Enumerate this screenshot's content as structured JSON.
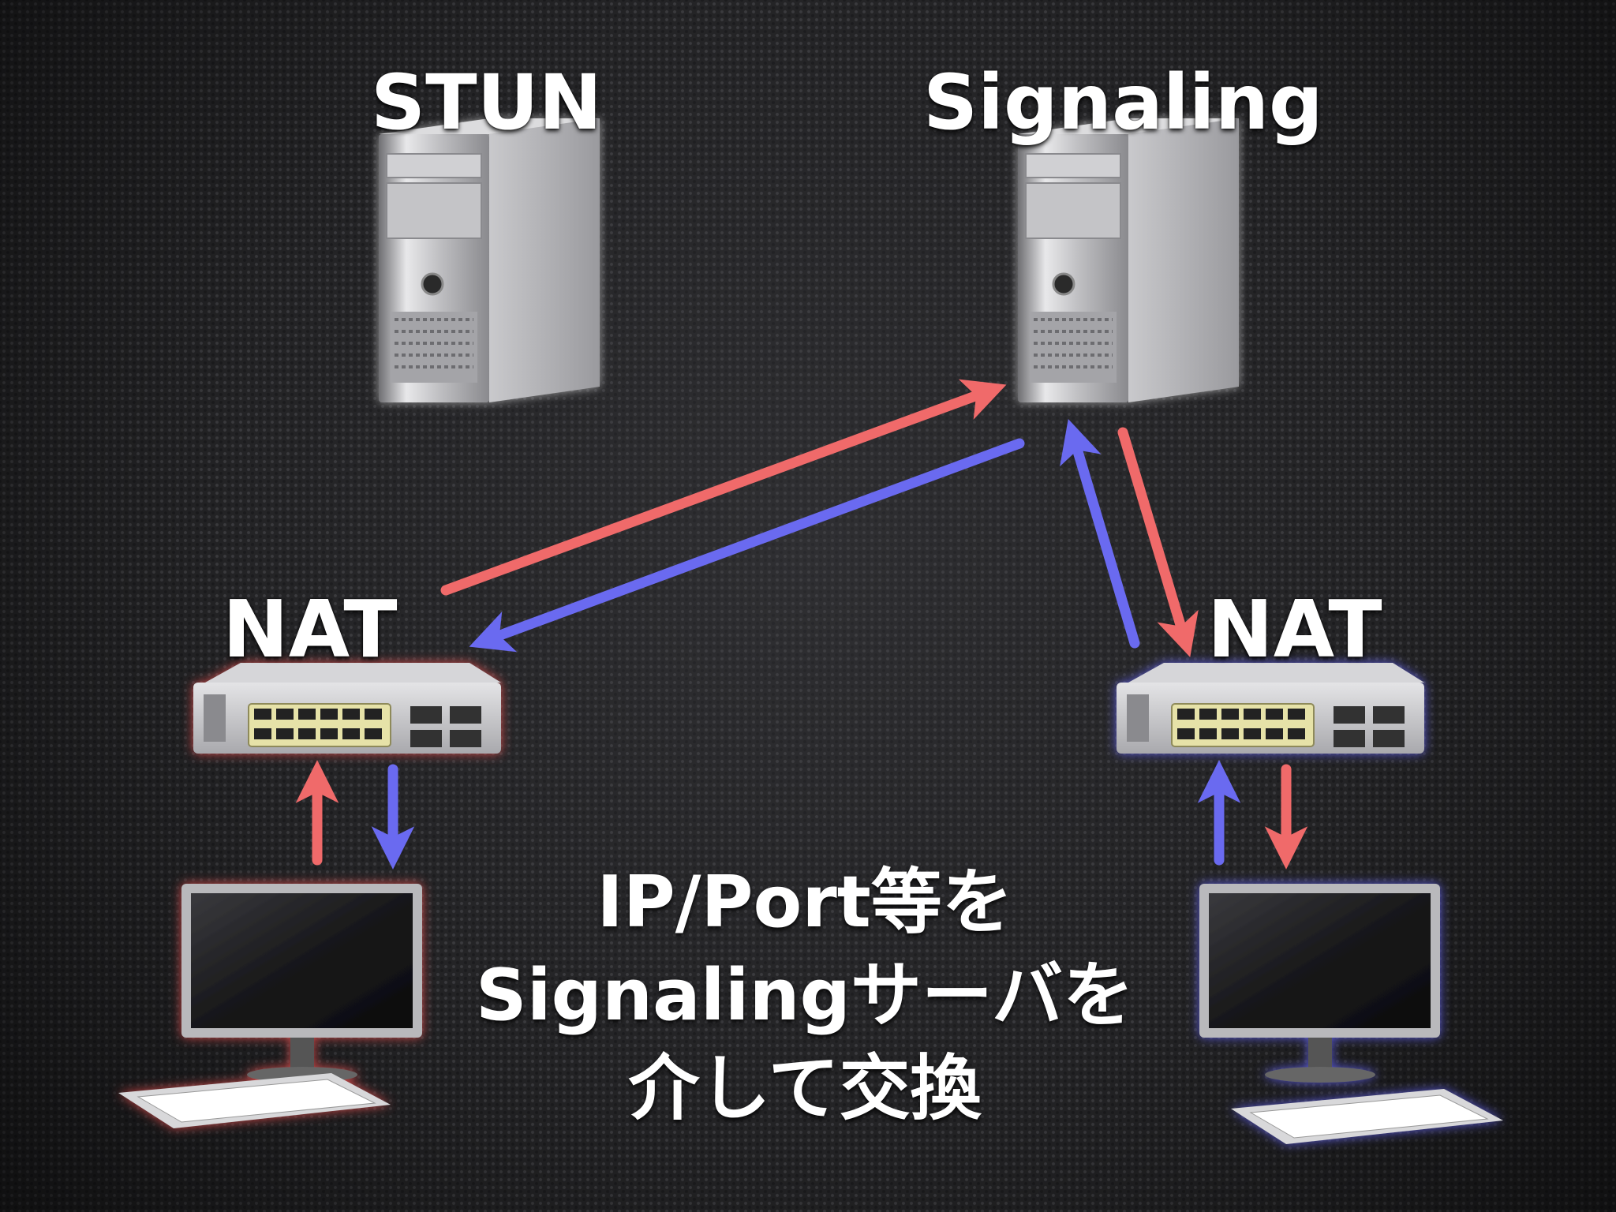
{
  "labels": {
    "stun": "STUN",
    "signaling": "Signaling",
    "nat_left": "NAT",
    "nat_right": "NAT"
  },
  "caption": {
    "line1": "IP/Port等を",
    "line2": "Signalingサーバを",
    "line3": "介して交換"
  },
  "colors": {
    "red_arrow": "#f06a6a",
    "blue_arrow": "#6a6af0",
    "red_glow": "#e05050",
    "blue_glow": "#6060e8",
    "text": "#ffffff"
  },
  "icons": {
    "servers": [
      "server-tower-icon",
      "server-tower-icon"
    ],
    "switches": [
      "network-switch-icon",
      "network-switch-icon"
    ],
    "computers": [
      "desktop-computer-icon",
      "desktop-computer-icon"
    ]
  }
}
